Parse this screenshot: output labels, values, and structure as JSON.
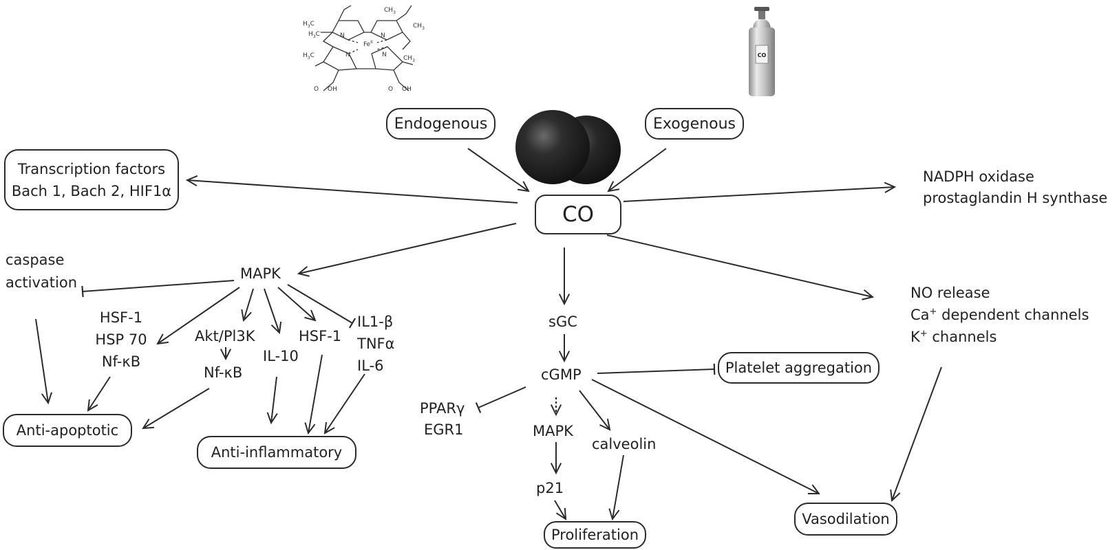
{
  "colors": {
    "line": "#2b2b2b",
    "text": "#222222",
    "co_sphere": "#1c1c1c",
    "cylinder": "#b9b9b9"
  },
  "icons": {
    "heme": "heme-structure-icon",
    "cylinder": "co-gas-cylinder-icon",
    "molecule": "co-molecule-icon"
  },
  "heme": {
    "fe": "Fe",
    "fe_sup": "II",
    "n": "N",
    "ch3": "CH",
    "ch3_sub": "3",
    "h3c": "H",
    "h3c_sub": "3",
    "h3c_c": "C",
    "oh": "OH",
    "o": "O"
  },
  "cylinder_label": "CO",
  "nodes": {
    "endogenous": "Endogenous",
    "exogenous": "Exogenous",
    "co": "CO",
    "transcription_line1": "Transcription factors",
    "transcription_line2": "Bach 1, Bach 2, HIF1α",
    "nadph_line1": "NADPH oxidase",
    "nadph_line2": "prostaglandin H synthase",
    "mapk": "MAPK",
    "caspase_line1": "caspase",
    "caspase_line2": "activation",
    "hsf1_left": "HSF-1",
    "hsp70": "HSP 70",
    "nfkb_left": "Nf-κB",
    "akt": "Akt/Pl3K",
    "nfkb_mid": "Nf-κB",
    "il10": "IL-10",
    "hsf1_mid": "HSF-1",
    "il1b": "IL1-β",
    "tnfa": "TNFα",
    "il6": "IL-6",
    "anti_apoptotic": "Anti-apoptotic",
    "anti_inflammatory": "Anti-inflammatory",
    "sgc": "sGC",
    "cgmp": "cGMP",
    "platelet": "Platelet aggregation",
    "ppar": "PPARγ",
    "egr1": "EGR1",
    "mapk2": "MAPK",
    "calveolin": "calveolin",
    "p21": "p21",
    "proliferation": "Proliferation",
    "vasodilation": "Vasodilation",
    "no_release": "NO release",
    "ca_pre": "Ca",
    "ca_sup": "+",
    "ca_post": " dependent channels",
    "k_pre": "K",
    "k_sup": "+",
    "k_post": " channels"
  }
}
